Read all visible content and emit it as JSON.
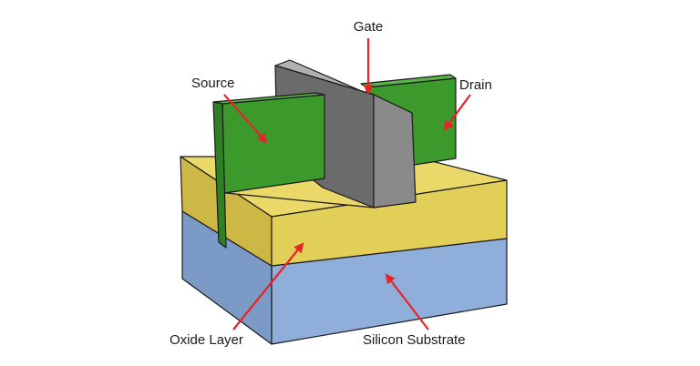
{
  "labels": {
    "gate": "Gate",
    "source": "Source",
    "drain": "Drain",
    "oxide_layer": "Oxide Layer",
    "silicon_substrate": "Silicon Substrate"
  },
  "colors": {
    "substrate_front": "#8faed9",
    "substrate_side": "#7b9bc6",
    "oxide_front": "#e2cf58",
    "oxide_top": "#ead968",
    "oxide_side": "#cdb845",
    "fin_green": "#3c9a2d",
    "fin_green_dark": "#2f7f23",
    "gate_front": "#8a8a8a",
    "gate_side": "#6b6b6b",
    "gate_top": "#b0b0b0",
    "arrow": "#e8232a"
  }
}
